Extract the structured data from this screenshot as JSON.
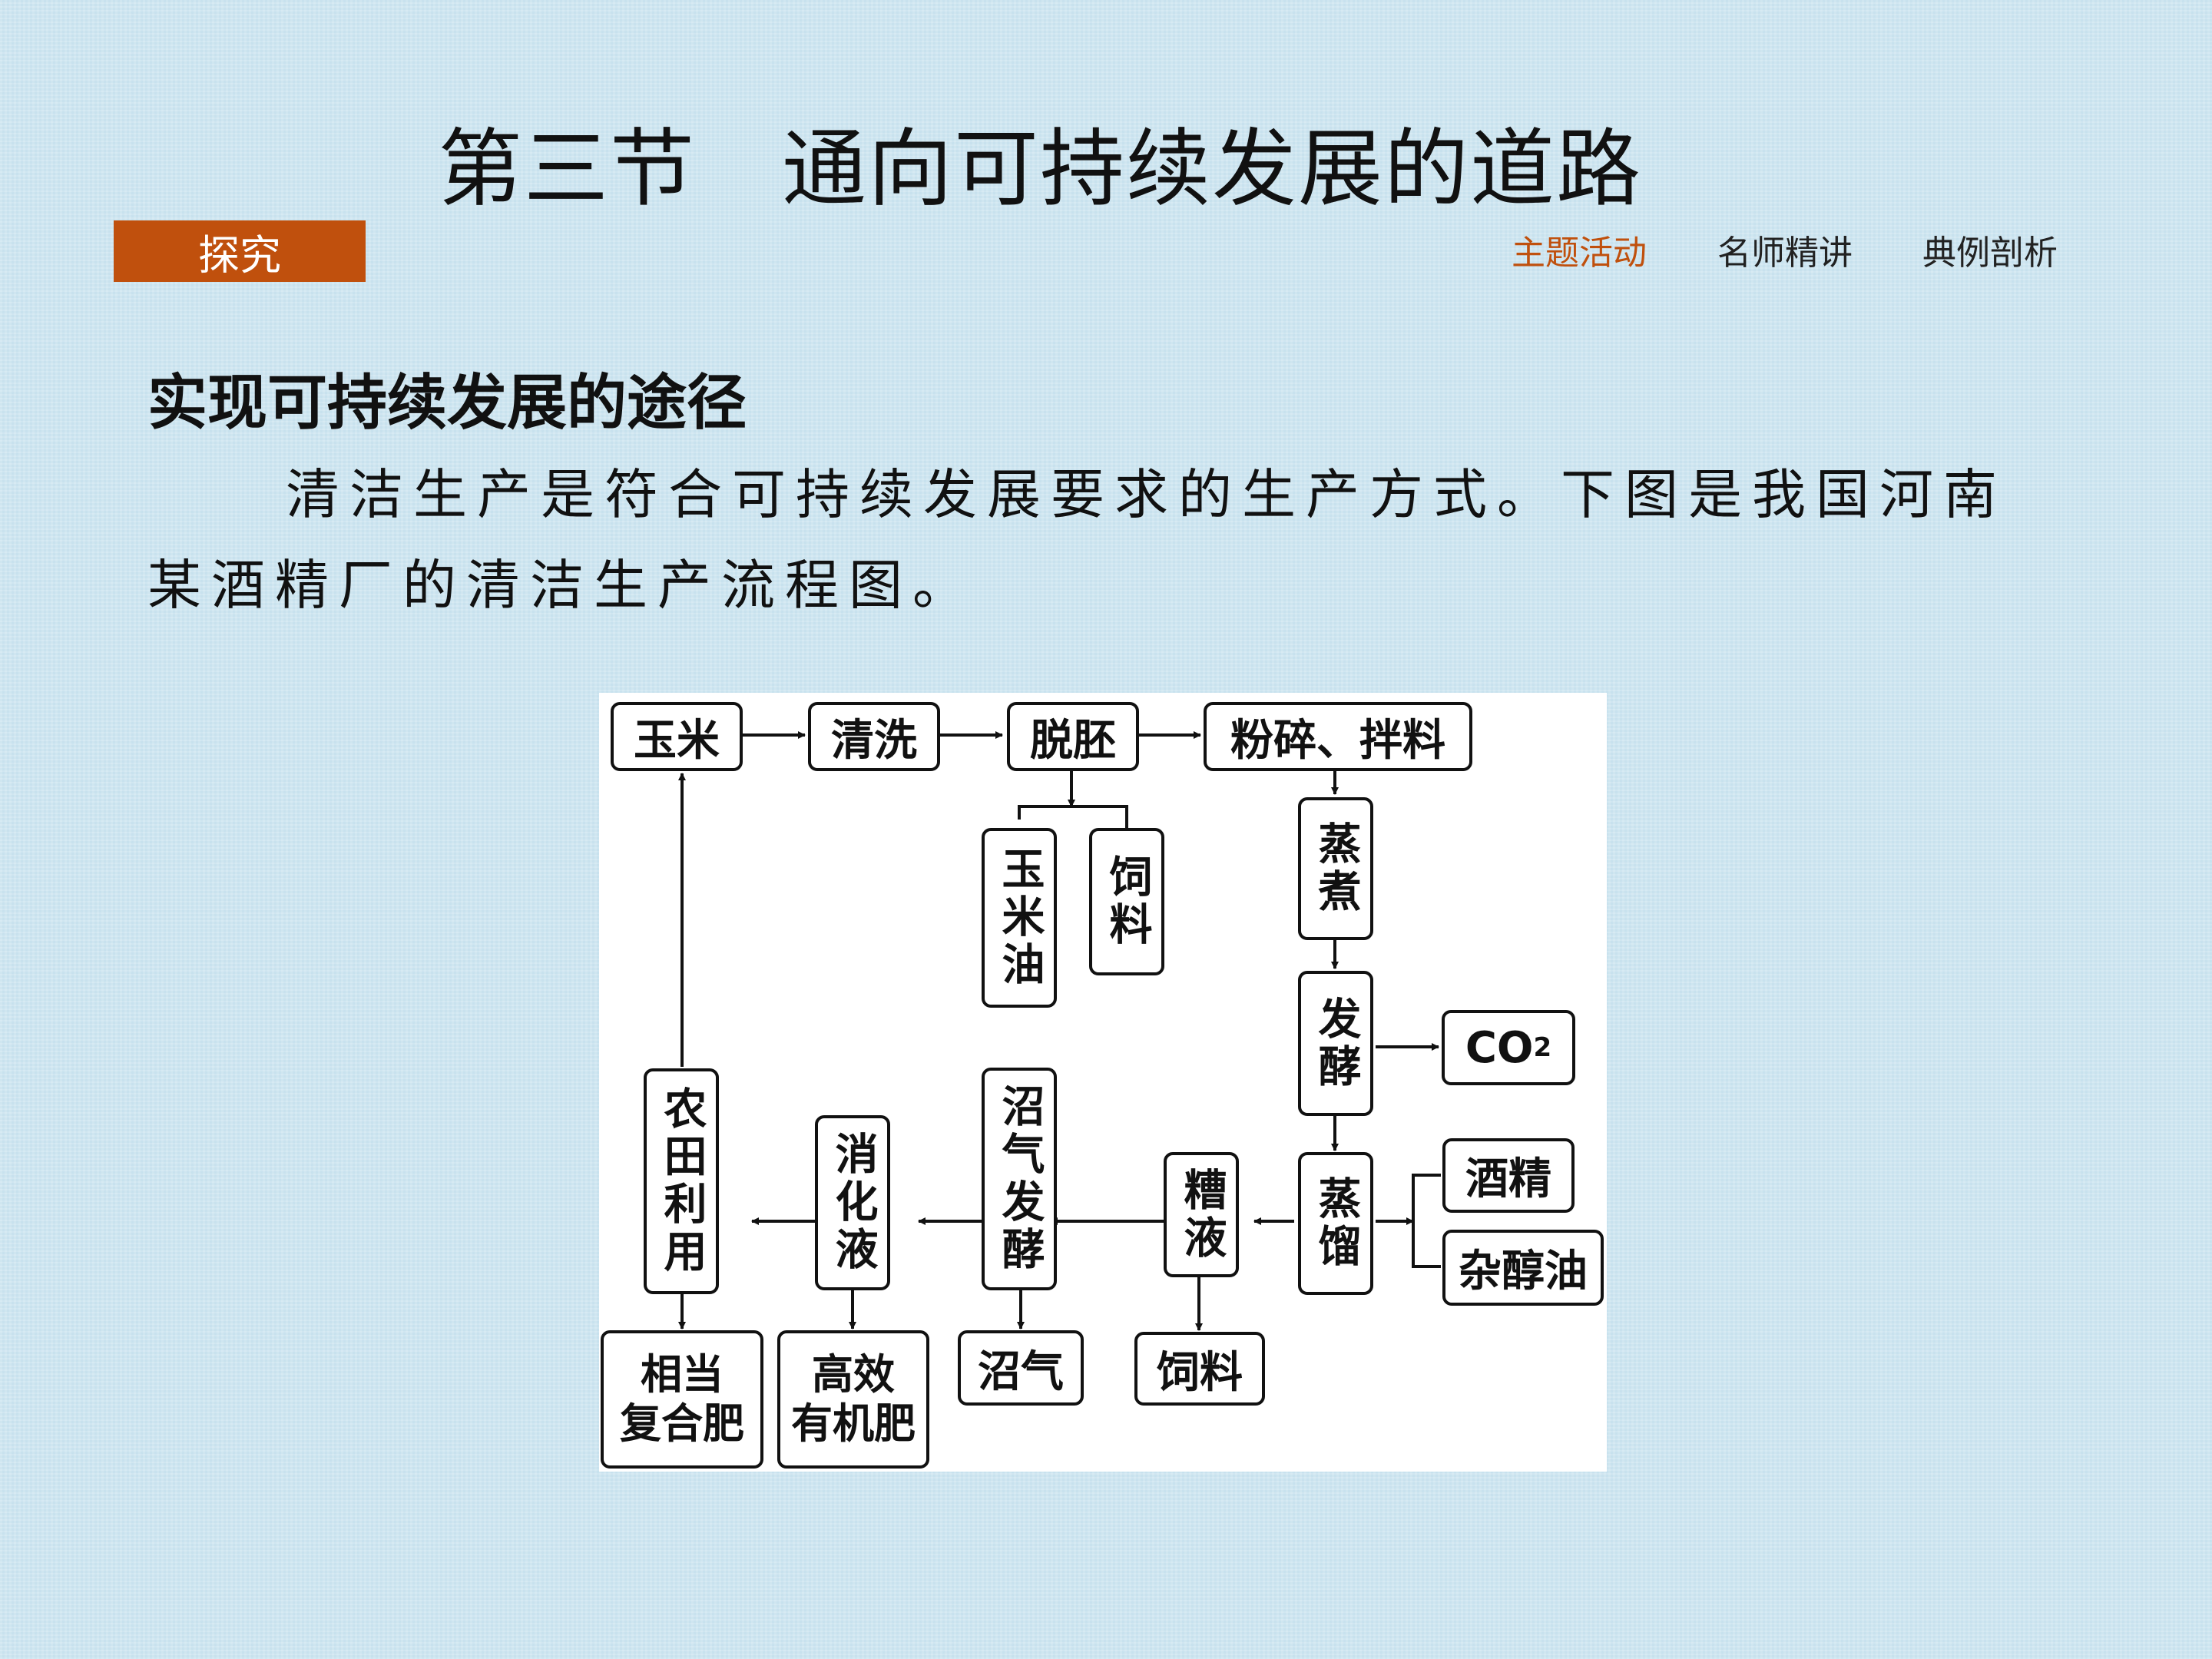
{
  "slide": {
    "title": "第三节　通向可持续发展的道路",
    "badge": "探究",
    "nav": [
      "主题活动",
      "名师精讲",
      "典例剖析"
    ],
    "heading": "实现可持续发展的途径",
    "paragraph": "清洁生产是符合可持续发展要求的生产方式。下图是我国河南某酒精厂的清洁生产流程图。"
  },
  "colors": {
    "accent": "#c0500d",
    "background": "#cfe6f1"
  },
  "diagram": {
    "nodes": {
      "corn": "玉米",
      "wash": "清洗",
      "degerm": "脱胚",
      "crush_mix": "粉碎、拌料",
      "corn_oil": "玉米油",
      "feed1": "饲料",
      "steam_cook": "蒸煮",
      "ferment": "发酵",
      "co2_main": "CO",
      "co2_sub": "2",
      "distill": "蒸馏",
      "alcohol": "酒精",
      "fusel_oil": "杂醇油",
      "vinasse": "糟液",
      "feed2": "饲料",
      "biogas_ferment": "沼气发酵",
      "biogas": "沼气",
      "digestate": "消化液",
      "organic_fert": "高效\n有机肥",
      "field_use": "农田利用",
      "compound_fert": "相当\n复合肥"
    }
  }
}
